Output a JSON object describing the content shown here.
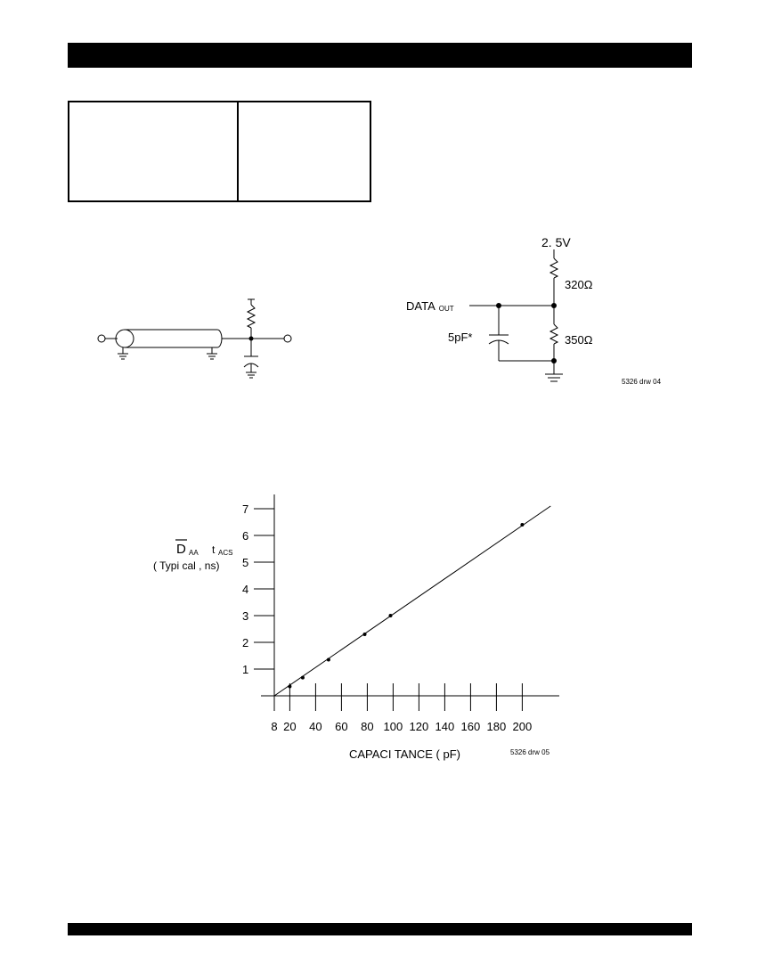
{
  "circuit": {
    "supply_label": "2. 5V",
    "r1_label": "320Ω",
    "r2_label": "350Ω",
    "data_label": "DATA",
    "data_sub": "OUT",
    "cap_label": "5pF*",
    "drawing_id": "5326 drw 04"
  },
  "chart_data": {
    "type": "line",
    "ylabel_main": "D",
    "ylabel_sub1": "AA",
    "ylabel_t": "t",
    "ylabel_sub2": "ACS",
    "ylabel_line2": "( Typi cal ,   ns)",
    "xlabel": "CAPACI TANCE ( pF)",
    "drawing_id": "5326 drw 05",
    "x_ticks": [
      8,
      20,
      40,
      60,
      80,
      100,
      120,
      140,
      160,
      180,
      200
    ],
    "x_tick_labels": [
      "8",
      "20",
      "40",
      "60",
      "80",
      "100",
      "120",
      "140",
      "160",
      "180",
      "200"
    ],
    "y_ticks": [
      1,
      2,
      3,
      4,
      5,
      6,
      7
    ],
    "y_tick_labels": [
      "1",
      "2",
      "3",
      "4",
      "5",
      "6",
      "7"
    ],
    "xlim": [
      0,
      222
    ],
    "ylim": [
      0,
      7.3
    ],
    "points": [
      {
        "x": 20,
        "y": 0.35
      },
      {
        "x": 30,
        "y": 0.68
      },
      {
        "x": 50,
        "y": 1.35
      },
      {
        "x": 78,
        "y": 2.3
      },
      {
        "x": 98,
        "y": 3.0
      },
      {
        "x": 200,
        "y": 6.4
      }
    ],
    "line": [
      {
        "x": 8,
        "y": 0
      },
      {
        "x": 222,
        "y": 7.1
      }
    ],
    "grid": false
  }
}
